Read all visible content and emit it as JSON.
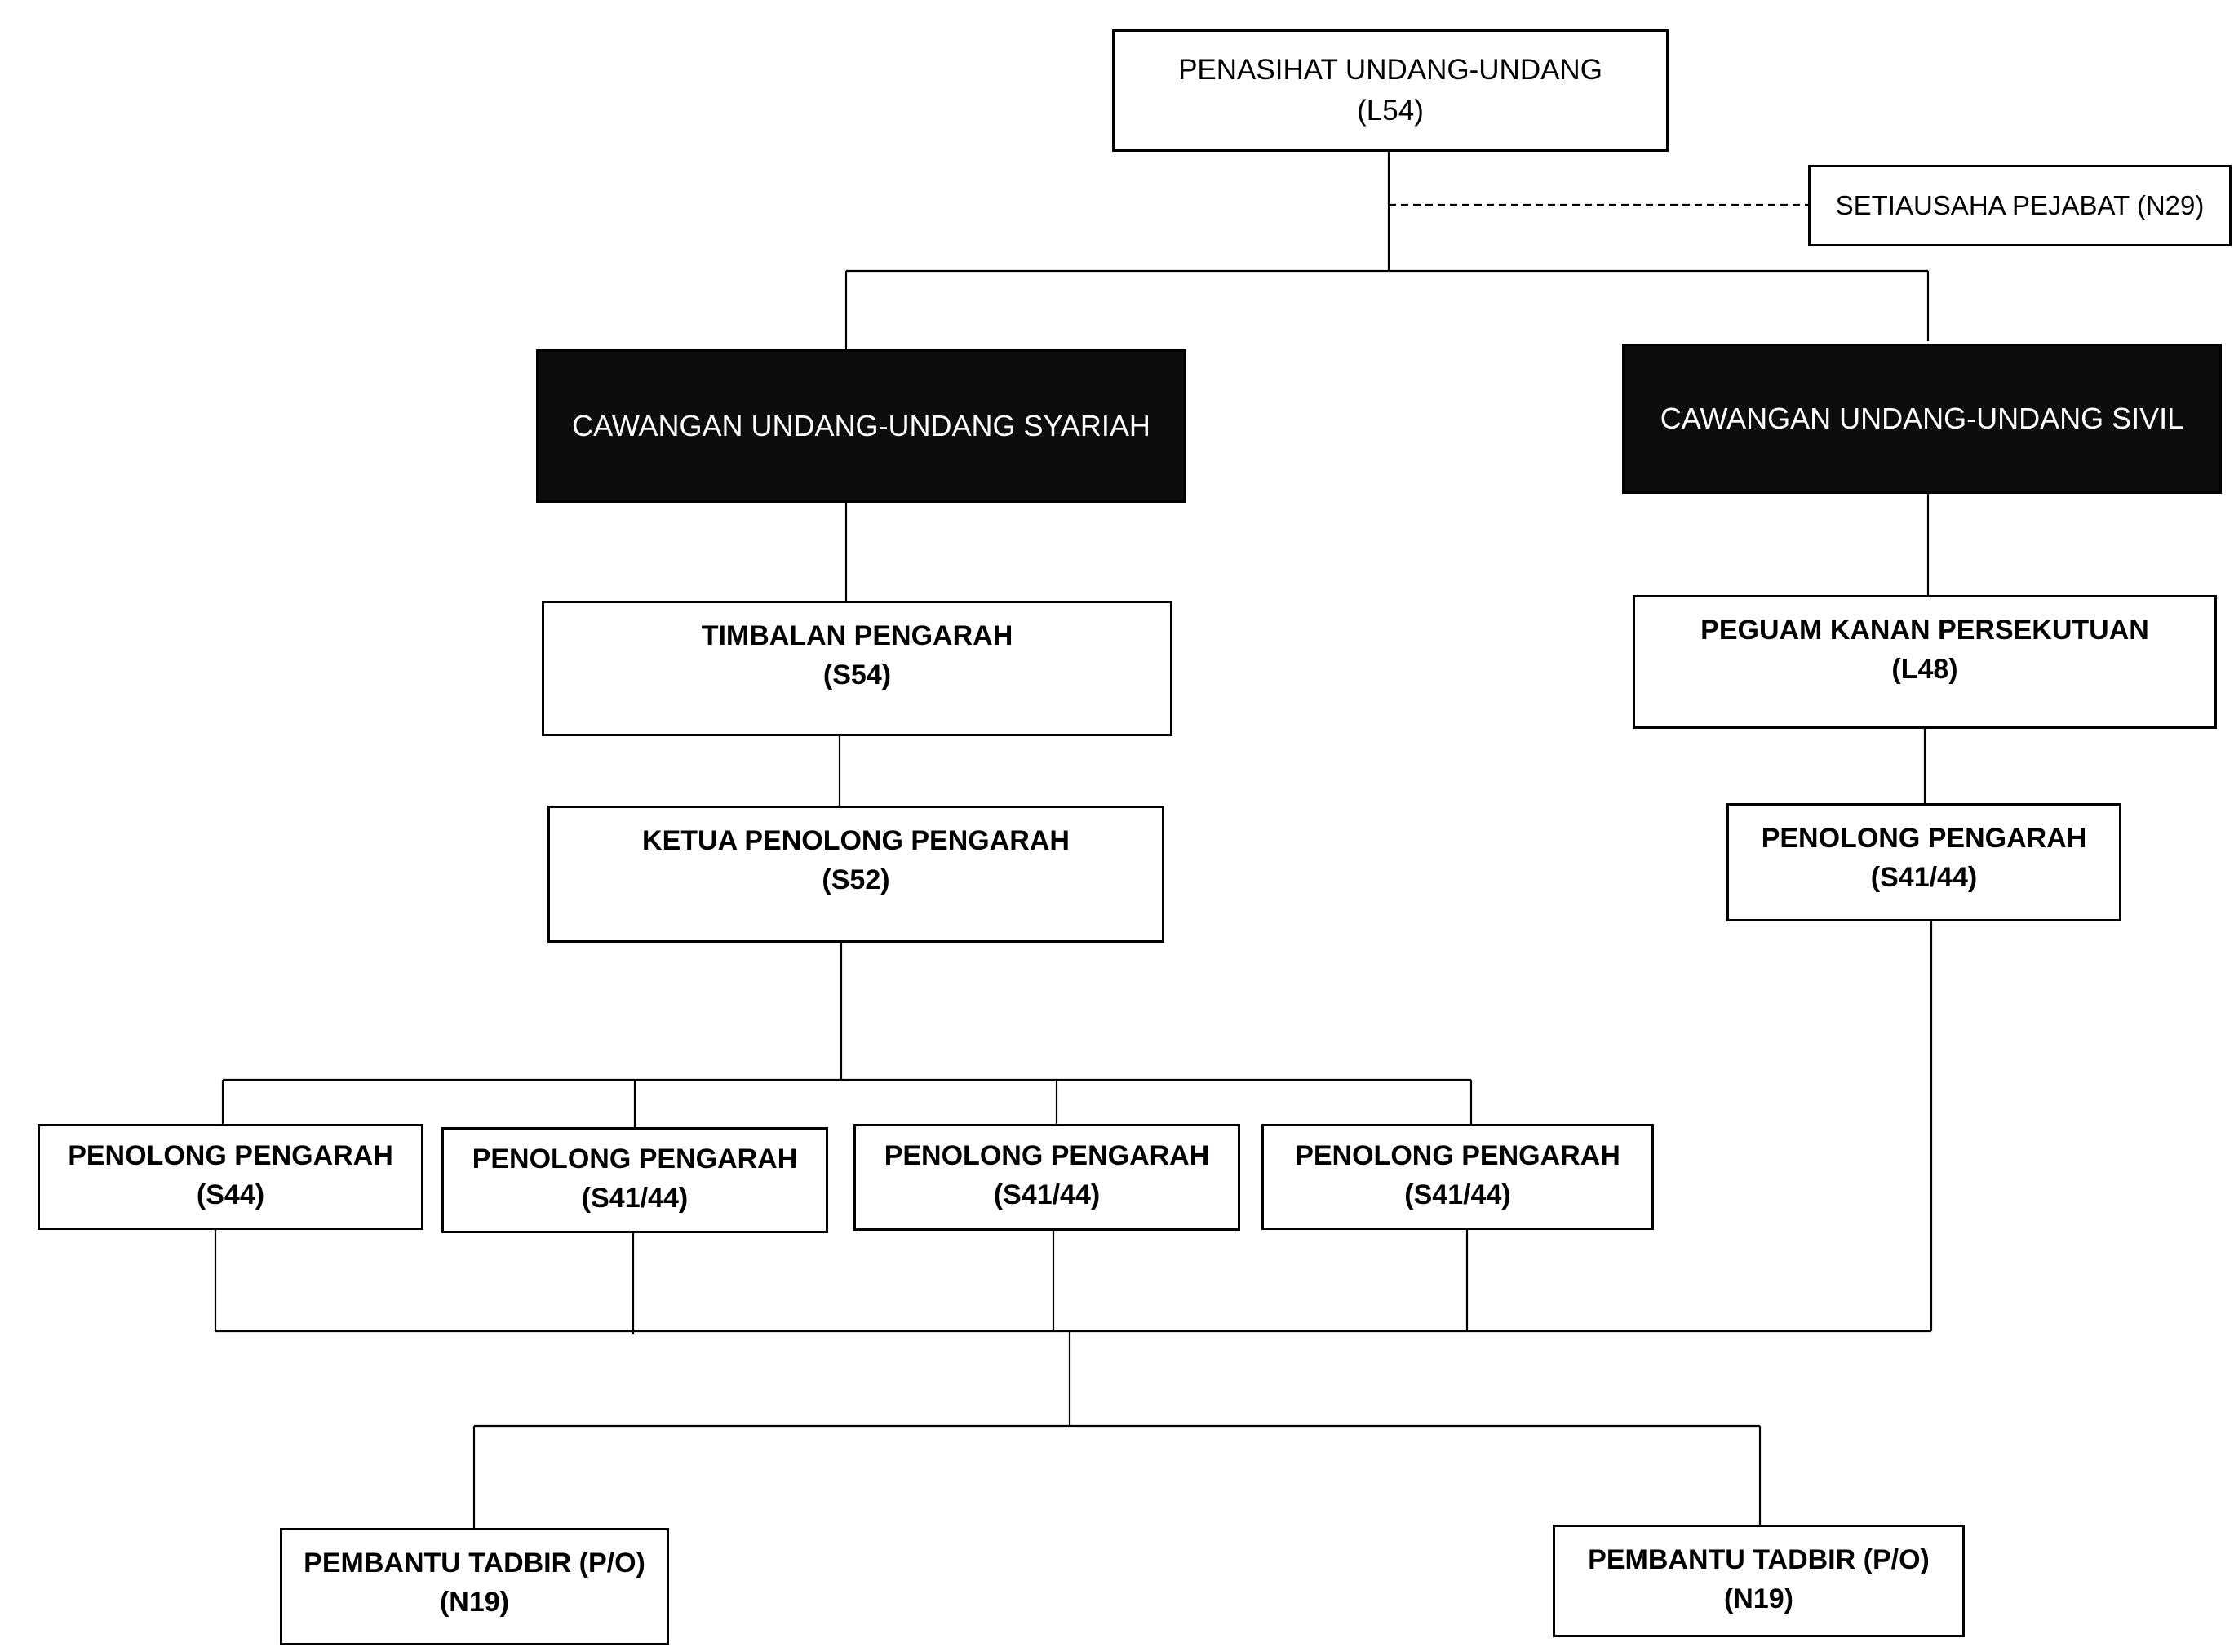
{
  "chart": {
    "head": {
      "title": "PENASIHAT UNDANG-UNDANG",
      "grade": "(L54)"
    },
    "secretary": {
      "title": "SETIAUSAHA PEJABAT (N29)"
    },
    "syariah_branch": {
      "name": "CAWANGAN UNDANG-UNDANG SYARIAH",
      "deputy": {
        "title": "TIMBALAN PENGARAH",
        "grade": "(S54)"
      },
      "chief_assistant": {
        "title": "KETUA PENOLONG PENGARAH",
        "grade": "(S52)"
      },
      "assistants": [
        {
          "title": "PENOLONG PENGARAH",
          "grade": "(S44)"
        },
        {
          "title": "PENOLONG PENGARAH",
          "grade": "(S41/44)"
        },
        {
          "title": "PENOLONG PENGARAH",
          "grade": "(S41/44)"
        },
        {
          "title": "PENOLONG PENGARAH",
          "grade": "(S41/44)"
        }
      ]
    },
    "civil_branch": {
      "name": "CAWANGAN UNDANG-UNDANG SIVIL",
      "senior_counsel": {
        "title": "PEGUAM KANAN PERSEKUTUAN",
        "grade": "(L48)"
      },
      "assistant": {
        "title": "PENOLONG PENGARAH",
        "grade": "(S41/44)"
      }
    },
    "admin_assistants": [
      {
        "title": "PEMBANTU TADBIR (P/O)",
        "grade": "(N19)"
      },
      {
        "title": "PEMBANTU TADBIR (P/O)",
        "grade": "(N19)"
      }
    ]
  }
}
